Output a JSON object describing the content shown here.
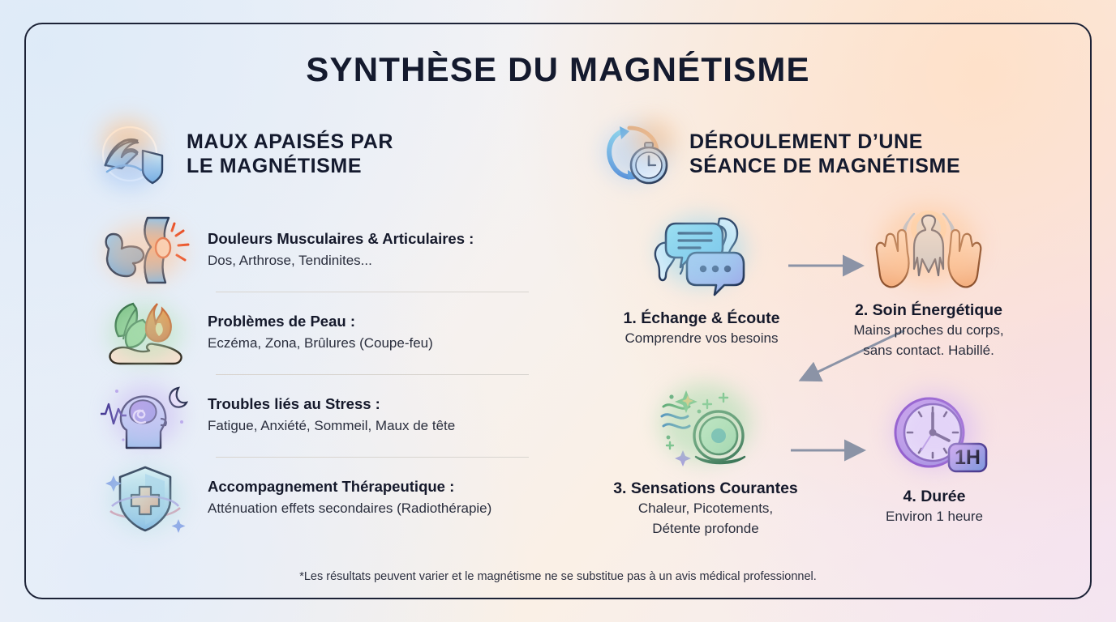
{
  "title": "SYNTHÈSE DU MAGNÉTISME",
  "colors": {
    "ink": "#141a2e",
    "border": "#1c2236",
    "divider": "#d8d4cf",
    "blue": "#4a8fd4",
    "orange": "#f2a765",
    "green": "#5ba86f",
    "purple": "#9b7bd6",
    "arrow": "#8b93a6"
  },
  "left": {
    "icon": "wave-shield-icon",
    "heading_line1": "MAUX APAISÉS PAR",
    "heading_line2": "LE MAGNÉTISME",
    "items": [
      {
        "icon": "joint-pain-icon",
        "title": "Douleurs Musculaires & Articulaires :",
        "subtitle": "Dos, Arthrose, Tendinites..."
      },
      {
        "icon": "leaf-flame-hand-icon",
        "title": "Problèmes de Peau :",
        "subtitle": "Eczéma, Zona, Brûlures (Coupe-feu)"
      },
      {
        "icon": "head-stress-moon-icon",
        "title": "Troubles liés au Stress :",
        "subtitle": "Fatigue, Anxiété, Sommeil, Maux de tête"
      },
      {
        "icon": "medical-shield-icon",
        "title": "Accompagnement Thérapeutique :",
        "subtitle": "Atténuation effets secondaires (Radiothérapie)"
      }
    ]
  },
  "right": {
    "icon": "refresh-stopwatch-icon",
    "heading_line1": "DÉROULEMENT D’UNE",
    "heading_line2": "SÉANCE DE MAGNÉTISME",
    "steps": [
      {
        "icon": "speech-ears-icon",
        "title": "1. Échange & Écoute",
        "sub_line1": "Comprendre vos besoins",
        "sub_line2": ""
      },
      {
        "icon": "healing-hands-icon",
        "title": "2. Soin Énergétique",
        "sub_line1": "Mains proches du corps,",
        "sub_line2": "sans contact. Habillé."
      },
      {
        "icon": "energy-waves-icon",
        "title": "3. Sensations Courantes",
        "sub_line1": "Chaleur, Picotements,",
        "sub_line2": "Détente profonde"
      },
      {
        "icon": "clock-1h-icon",
        "title": "4. Durée",
        "sub_line1": "Environ 1 heure",
        "sub_line2": ""
      }
    ]
  },
  "footnote": "*Les résultats peuvent varier et le magnétisme ne se substitue pas à un avis médical professionnel."
}
